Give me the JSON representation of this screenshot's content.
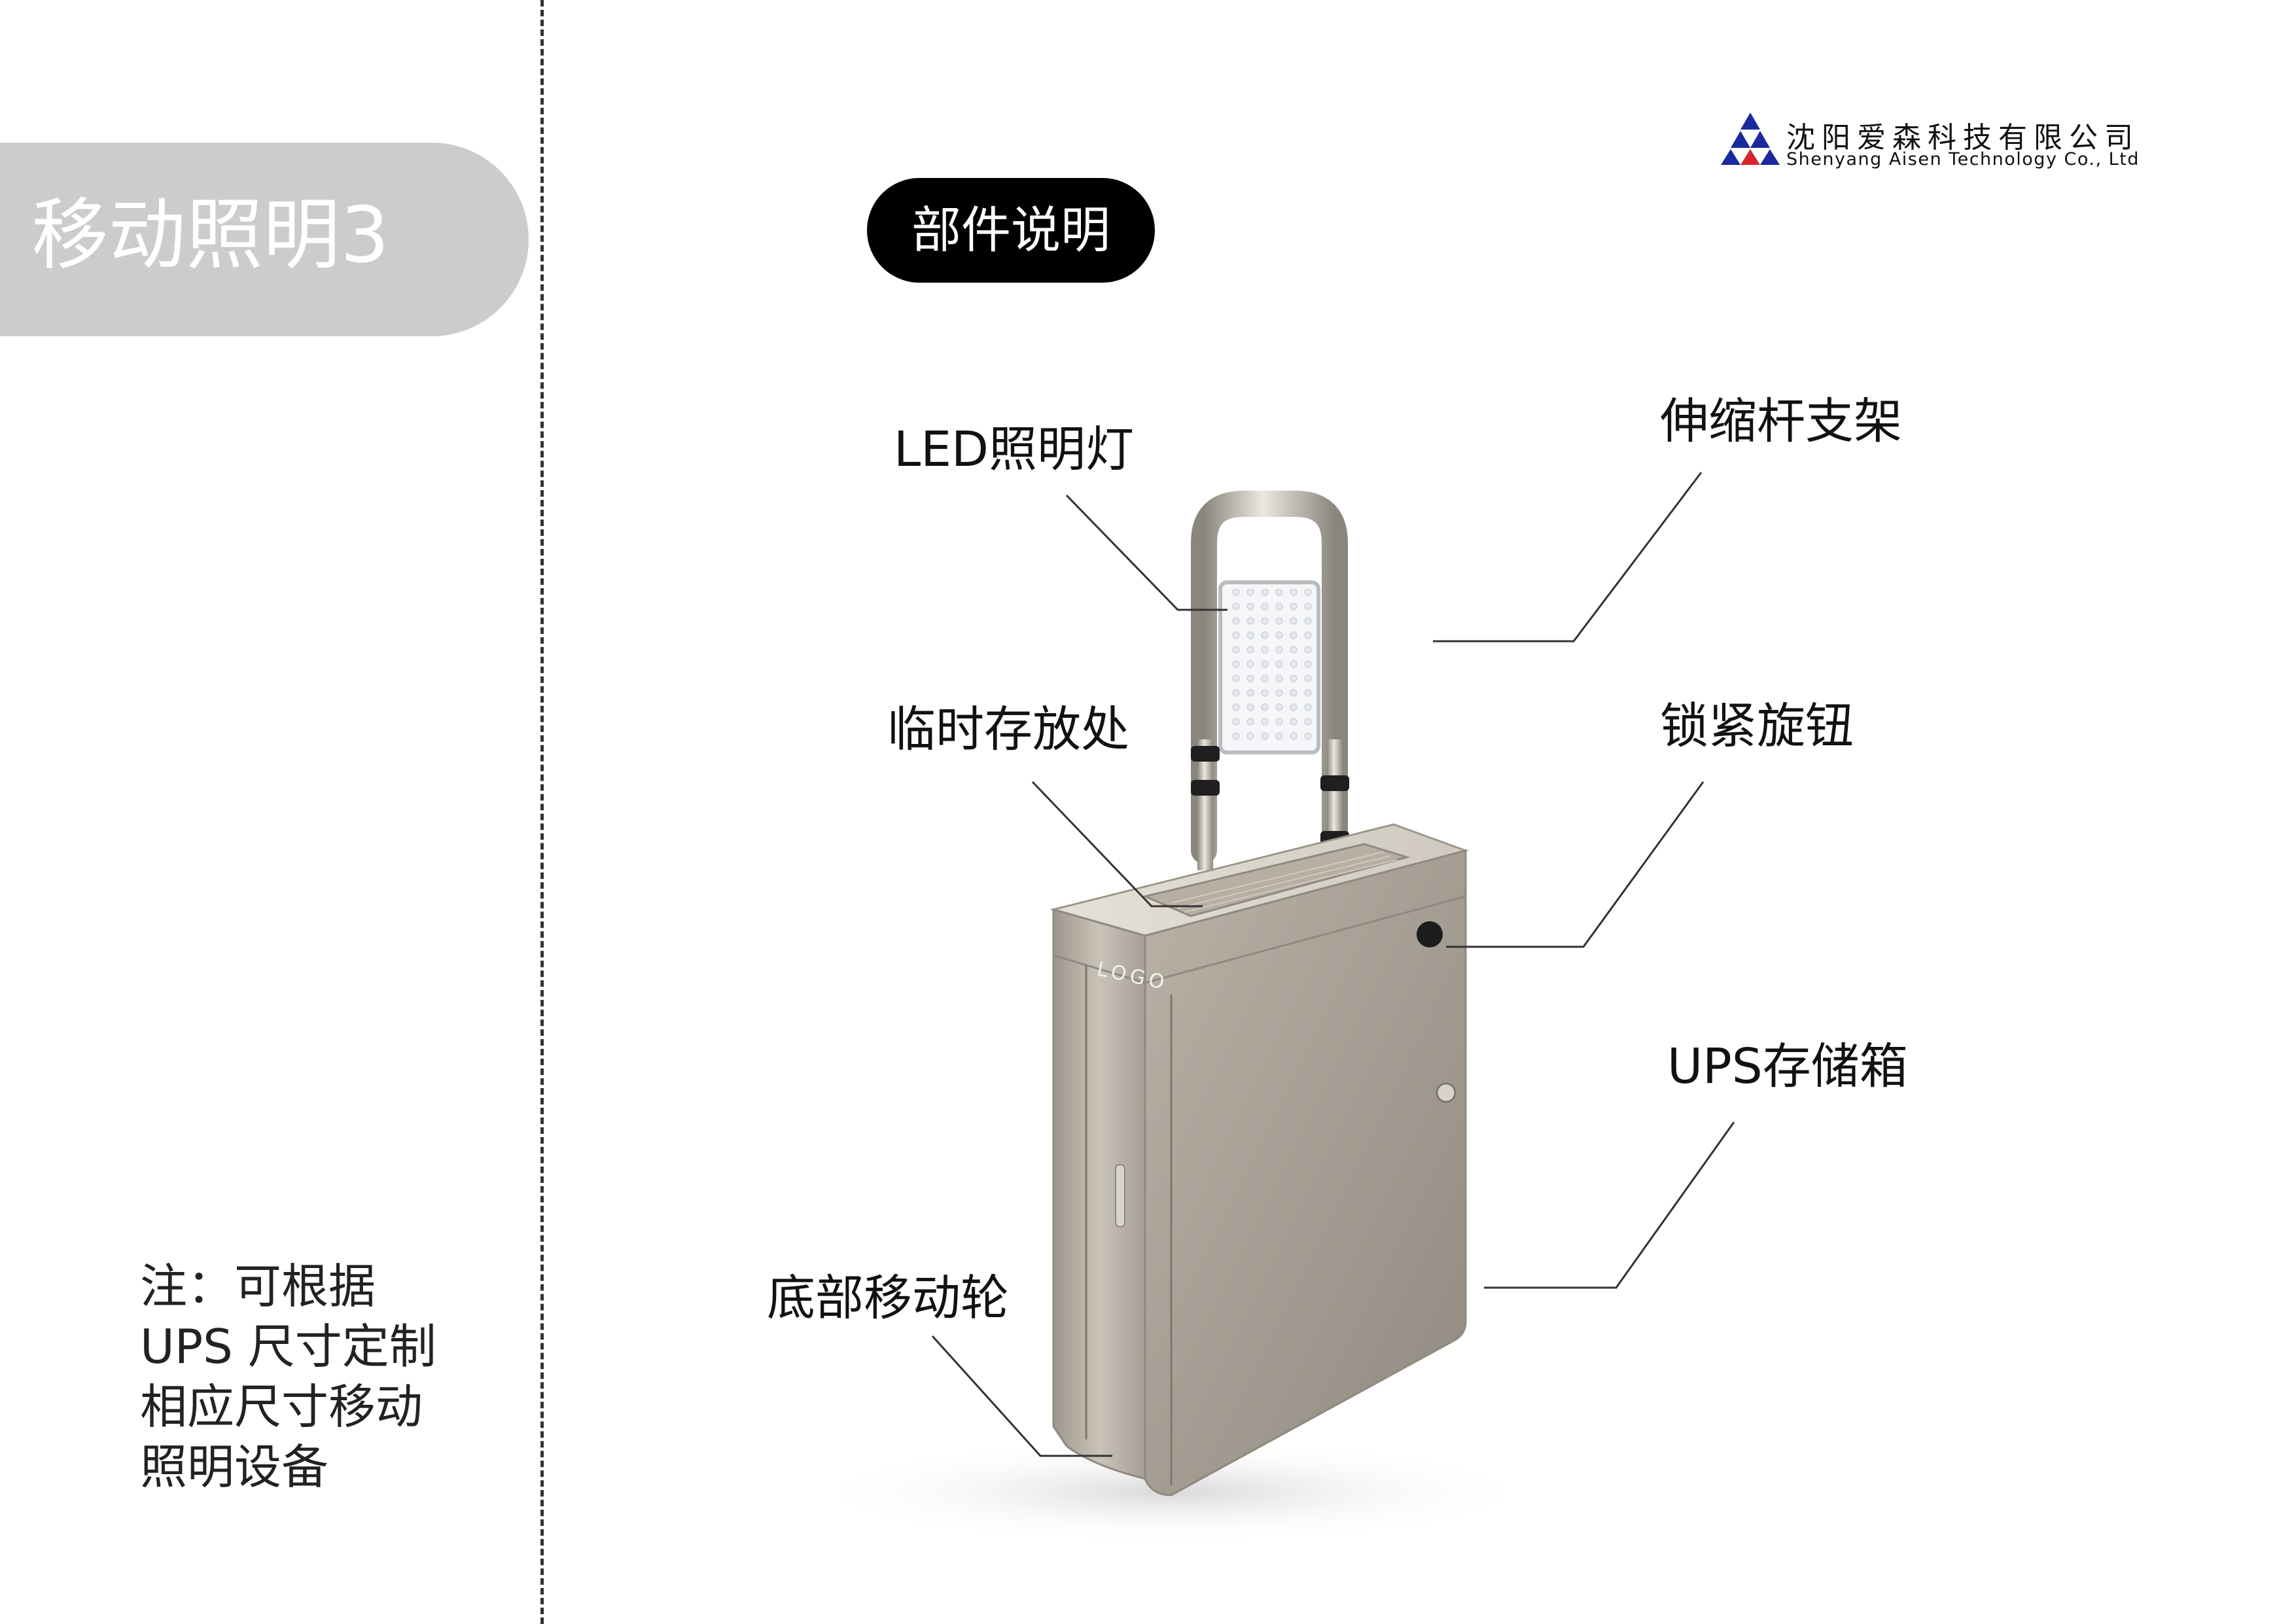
{
  "title": "移动照明3",
  "section_title": "部件说明",
  "company": {
    "name_cn": "沈阳爱森科技有限公司",
    "name_en": "Shenyang Aisen Technology Co., Ltd"
  },
  "product": {
    "logo_text": "LOGO"
  },
  "labels": {
    "led_light": "LED照明灯",
    "telescopic_frame": "伸缩杆支架",
    "temp_storage": "临时存放处",
    "lock_knob": "锁紧旋钮",
    "ups_box": "UPS存储箱",
    "wheels": "底部移动轮"
  },
  "note_lines": [
    "注：可根据",
    "UPS 尺寸定制",
    "相应尺寸移动",
    "照明设备"
  ],
  "colors": {
    "title_pill": "#cccccc",
    "section_pill": "#000000",
    "logo_blue": "#1a2a9c",
    "logo_red": "#d6252b"
  }
}
